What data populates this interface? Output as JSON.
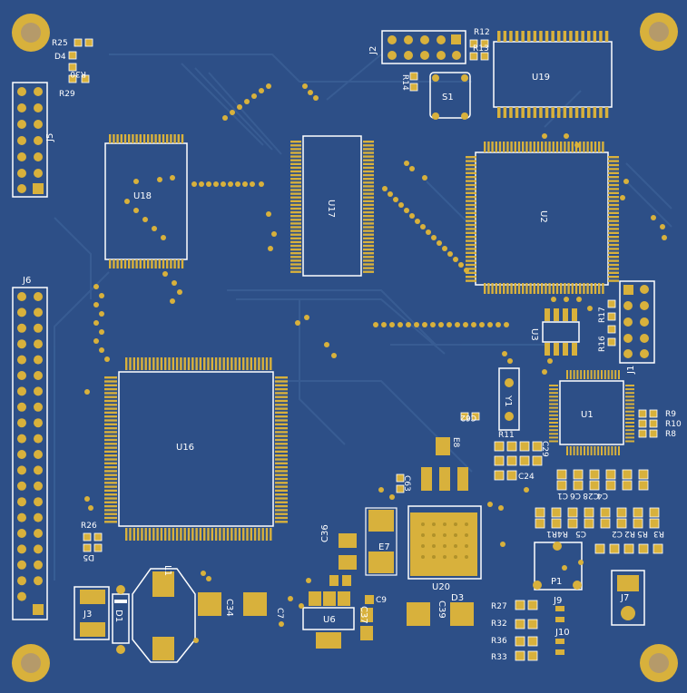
{
  "board": {
    "colors": {
      "substrate": "#2d4f87",
      "trace": "#3a5f96",
      "pad": "#d8b13c",
      "silkscreen": "#ffffff",
      "hole": "#b59a6a"
    },
    "labels": {
      "U19": "U19",
      "U18": "U18",
      "U17": "U17",
      "U2": "U2",
      "U16": "U16",
      "U1": "U1",
      "U3": "U3",
      "U6": "U6",
      "U20": "U20",
      "S1": "S1",
      "P1": "P1",
      "J1": "J1",
      "J2": "J2",
      "J3": "J3",
      "J5": "J5",
      "J6": "J6",
      "J7": "J7",
      "J9": "J9",
      "J10": "J10",
      "Y1": "Y1",
      "L1": "L1",
      "D1": "D1",
      "D3": "D3",
      "D4": "D4",
      "D5": "D5",
      "E7": "E7",
      "E8": "E8",
      "C34": "C34",
      "C36": "C36",
      "C37": "C37",
      "C39": "C39",
      "C7": "C7",
      "C9": "C9",
      "C62": "C62",
      "C63": "C63",
      "C1": "C1",
      "C2": "C2",
      "C4": "C4",
      "C5": "C5",
      "C6": "C6",
      "C24": "C24",
      "C28": "C28",
      "C29": "C29",
      "R1": "R1",
      "R2": "R2",
      "R3": "R3",
      "R4": "R4",
      "R5": "R5",
      "R8": "R8",
      "R9": "R9",
      "R10": "R10",
      "R11": "R11",
      "R12": "R12",
      "R13": "R13",
      "R14": "R14",
      "R16": "R16",
      "R17": "R17",
      "R25": "R25",
      "R26": "R26",
      "R27": "R27",
      "R29": "R29",
      "R30": "R30",
      "R32": "R32",
      "R33": "R33",
      "R36": "R36"
    }
  }
}
